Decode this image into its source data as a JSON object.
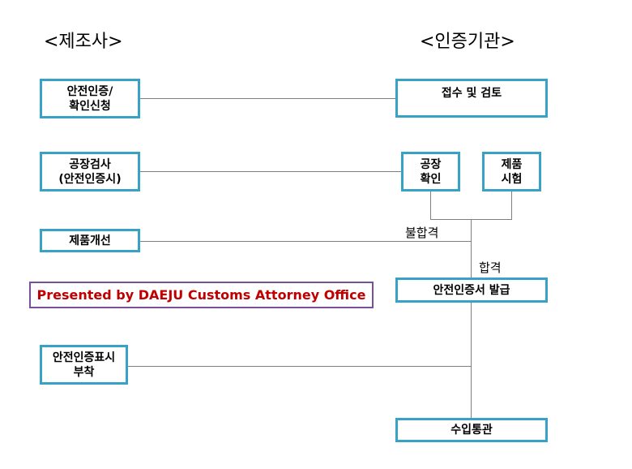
{
  "headings": {
    "manufacturer": "<제조사>",
    "agency": "<인증기관>"
  },
  "manufacturer_steps": {
    "apply": "안전인증/\n확인신청",
    "inspection": "공장검사\n(안전인증시)",
    "improve": "제품개선",
    "marking": "안전인증표시\n부착"
  },
  "agency_steps": {
    "review": "접수 및 검토",
    "factory_check": "공장\n확인",
    "product_test": "제품\n시험",
    "issue": "안전인증서 발급",
    "customs": "수입통관"
  },
  "labels": {
    "fail": "불합격",
    "pass": "합격"
  },
  "banner": "Presented by DAEJU Customs Attorney Office",
  "colors": {
    "box_border": "#38a2c6",
    "banner_border": "#7a4f9a",
    "banner_text": "#c00000",
    "connector": "#7f7f7f"
  }
}
